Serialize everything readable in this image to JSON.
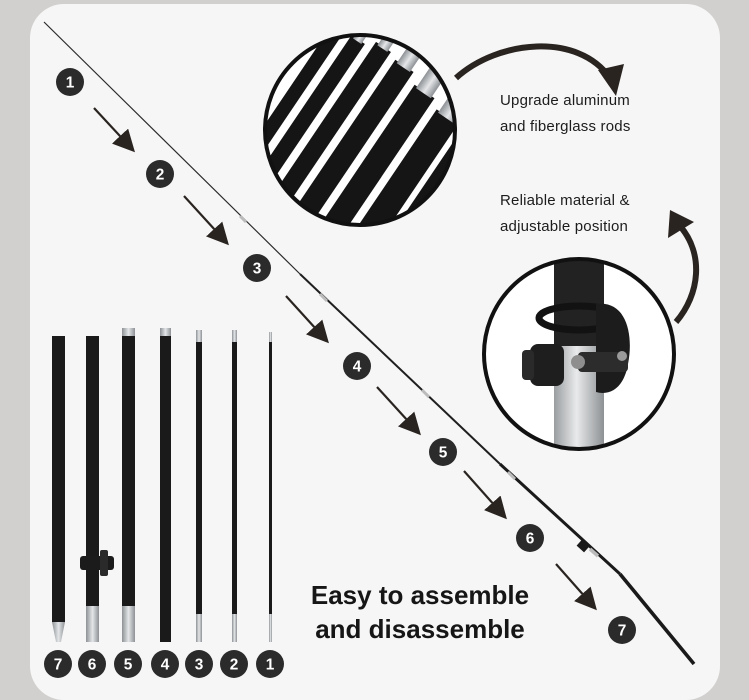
{
  "callouts": {
    "rods": "Upgrade aluminum\nand fiberglass rods",
    "clamp": "Reliable material &\nadjustable position"
  },
  "headline": "Easy to assemble\nand disassemble",
  "step_badges": [
    "1",
    "2",
    "3",
    "4",
    "5",
    "6",
    "7"
  ],
  "rod_badges": [
    "7",
    "6",
    "5",
    "4",
    "3",
    "2",
    "1"
  ],
  "colors": {
    "badge": "#2b2b2b",
    "rod": "#1a1a1a",
    "silver": "#b9bcbf",
    "arrow": "#2a2420"
  }
}
